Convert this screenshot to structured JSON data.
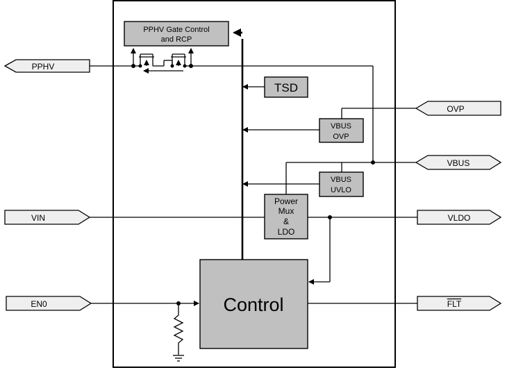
{
  "blocks": {
    "gate_line1": "PPHV Gate Control",
    "gate_line2": "and RCP",
    "tsd": "TSD",
    "vbus_ovp_line1": "VBUS",
    "vbus_ovp_line2": "OVP",
    "vbus_uvlo_line1": "VBUS",
    "vbus_uvlo_line2": "UVLO",
    "power_line1": "Power",
    "power_line2": "Mux",
    "power_line3": "&",
    "power_line4": "LDO",
    "control": "Control"
  },
  "pins": {
    "pphv": "PPHV",
    "ovp": "OVP",
    "vbus": "VBUS",
    "vin": "VIN",
    "vldo": "VLDO",
    "en0": "EN0",
    "flt": "FLT"
  },
  "colors": {
    "block_fill": "#c0c0c0",
    "pin_fill": "#efefef",
    "line": "#000000"
  }
}
